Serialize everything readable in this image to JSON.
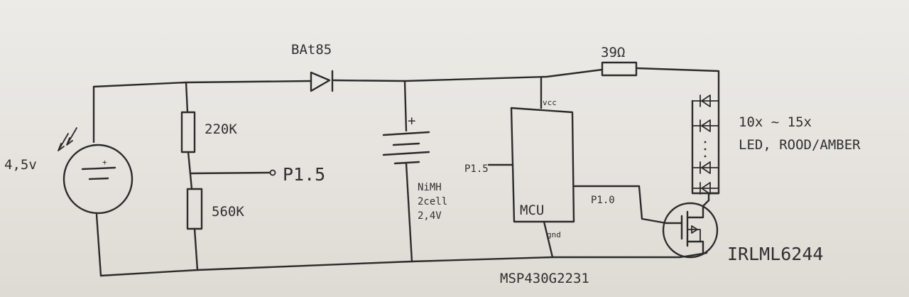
{
  "labels": {
    "diode": "BAt85",
    "resistor_top": "39Ω",
    "r_upper": "220K",
    "r_lower": "560K",
    "divider_out": "P1.5",
    "battery_plus": "+",
    "battery_text_1": "NiMH",
    "battery_text_2": "2cell",
    "battery_text_3": "2,4V",
    "solar_voltage": "4,5v",
    "solar_plus": "+",
    "mcu_vcc": "vcc",
    "mcu_gnd": "gnd",
    "mcu_pin_in": "P1.5",
    "mcu_pin_out": "P1.0",
    "mcu_name": "MCU",
    "mcu_part": "MSP430G2231",
    "led_count": "10x ~ 15x",
    "led_desc": "LED, ROOD/AMBER",
    "mosfet_part": "IRLML6244"
  }
}
